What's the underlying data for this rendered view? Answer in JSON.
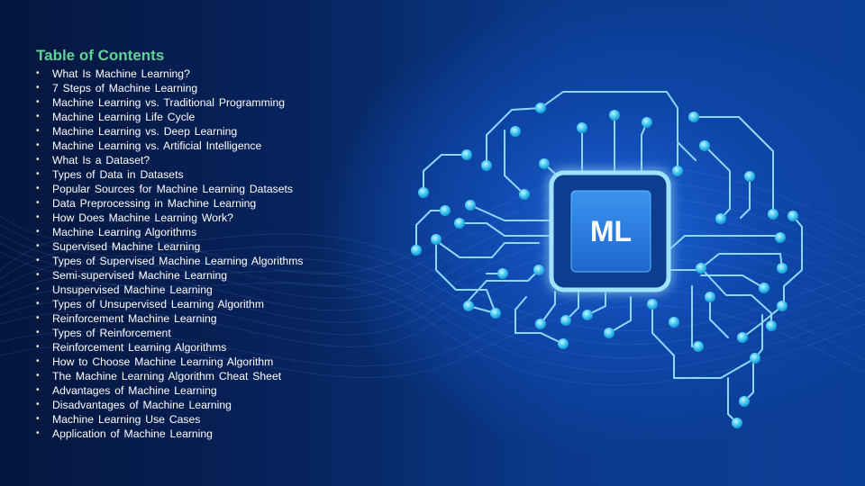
{
  "toc": {
    "title": "Table of Contents",
    "items": [
      "What Is Machine Learning?",
      "7 Steps of Machine Learning",
      "Machine Learning vs. Traditional Programming",
      "Machine Learning Life Cycle",
      "Machine Learning vs. Deep Learning",
      "Machine Learning vs. Artificial Intelligence",
      "What Is a Dataset?",
      "Types of Data in Datasets",
      "Popular Sources for Machine Learning Datasets",
      "Data Preprocessing in Machine Learning",
      "How Does Machine Learning Work?",
      "Machine Learning Algorithms",
      "Supervised Machine Learning",
      "Types of Supervised Machine Learning Algorithms",
      "Semi-supervised Machine Learning",
      "Unsupervised Machine Learning",
      "Types of Unsupervised Learning Algorithm",
      "Reinforcement Machine Learning",
      "Types of Reinforcement",
      "Reinforcement Learning Algorithms",
      "How to Choose Machine Learning Algorithm",
      "The Machine Learning Algorithm Cheat Sheet",
      "Advantages of Machine Learning",
      "Disadvantages of Machine Learning",
      "Machine Learning Use Cases",
      "Application of Machine Learning"
    ]
  },
  "illustration": {
    "chip_label": "ML",
    "colors": {
      "accent_green": "#5fd39a",
      "circuit_line": "#8fd8ff",
      "node": "#3fc8f5",
      "chip_face": "#2a7fe0"
    }
  }
}
